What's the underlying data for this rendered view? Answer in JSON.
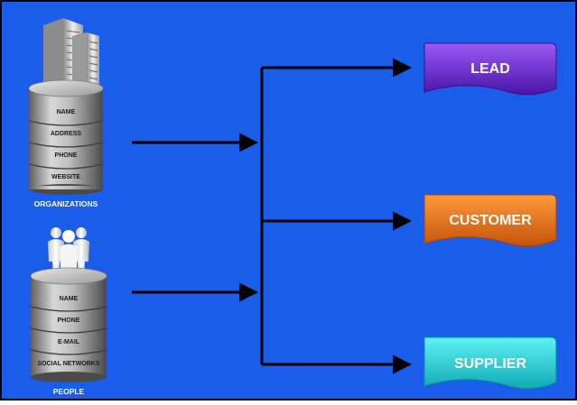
{
  "diagram": {
    "background_color": "#1a5dea",
    "border_color": "#000000",
    "arrow_color": "#000000",
    "sources": [
      {
        "label": "ORGANIZATIONS",
        "icon": "buildings-icon",
        "fields": [
          "NAME",
          "ADDRESS",
          "PHONE",
          "WEBSITE"
        ]
      },
      {
        "label": "PEOPLE",
        "icon": "people-group-icon",
        "fields": [
          "NAME",
          "PHONE",
          "E-MAIL",
          "SOCIAL NETWORKS"
        ]
      }
    ],
    "targets": [
      {
        "label": "LEAD",
        "color": "#7a2fe0",
        "color_dark": "#4a14a8",
        "text_color": "#ffffff"
      },
      {
        "label": "CUSTOMER",
        "color": "#f47a10",
        "color_dark": "#c4540a",
        "text_color": "#ffffff"
      },
      {
        "label": "SUPPLIER",
        "color": "#1fe0e6",
        "color_dark": "#0fa9b4",
        "text_color": "#ffffff"
      }
    ]
  }
}
